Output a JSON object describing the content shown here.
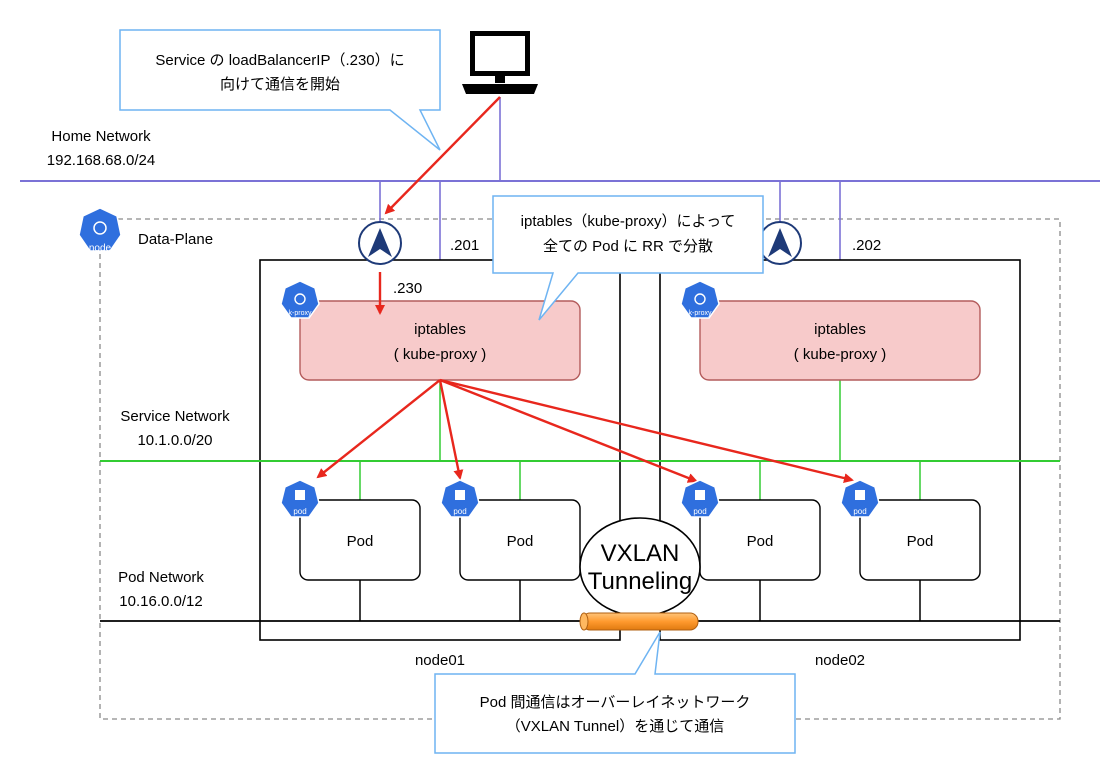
{
  "callouts": {
    "service_start_line1": "Service の loadBalancerIP（.230）に",
    "service_start_line2": "向けて通信を開始",
    "iptables_rr_line1": "iptables（kube-proxy）によって",
    "iptables_rr_line2": "全ての Pod に RR で分散",
    "overlay_line1": "Pod 間通信はオーバーレイネットワーク",
    "overlay_line2": "（VXLAN Tunnel）を通じて通信"
  },
  "networks": {
    "home": {
      "name": "Home Network",
      "cidr": "192.168.68.0/24"
    },
    "service": {
      "name": "Service Network",
      "cidr": "10.1.0.0/20"
    },
    "pod": {
      "name": "Pod Network",
      "cidr": "10.16.0.0/12"
    }
  },
  "data_plane": {
    "label": "Data-Plane",
    "icon_text": "node"
  },
  "nodes": [
    {
      "name": "node01",
      "ip": ".201",
      "lb_ip": ".230",
      "proxy_line1": "iptables",
      "proxy_line2": "( kube-proxy )",
      "proxy_icon": "k-proxy",
      "pods": [
        "Pod",
        "Pod"
      ],
      "pod_icon": "pod"
    },
    {
      "name": "node02",
      "ip": ".202",
      "proxy_line1": "iptables",
      "proxy_line2": "( kube-proxy )",
      "proxy_icon": "k-proxy",
      "pods": [
        "Pod",
        "Pod"
      ],
      "pod_icon": "pod"
    }
  ],
  "tunnel": {
    "line1": "VXLAN",
    "line2": "Tunneling"
  },
  "colors": {
    "home_line": "#7b72d6",
    "service_line": "#33cc33",
    "pod_line": "#000000",
    "traffic_arrow": "#e8271d",
    "callout_border": "#6fb4f2",
    "proxy_fill": "#f7caca",
    "proxy_border": "#b45c5c",
    "k8s_blue": "#2f6fde",
    "tunnel_orange": "#ff9a2e"
  }
}
